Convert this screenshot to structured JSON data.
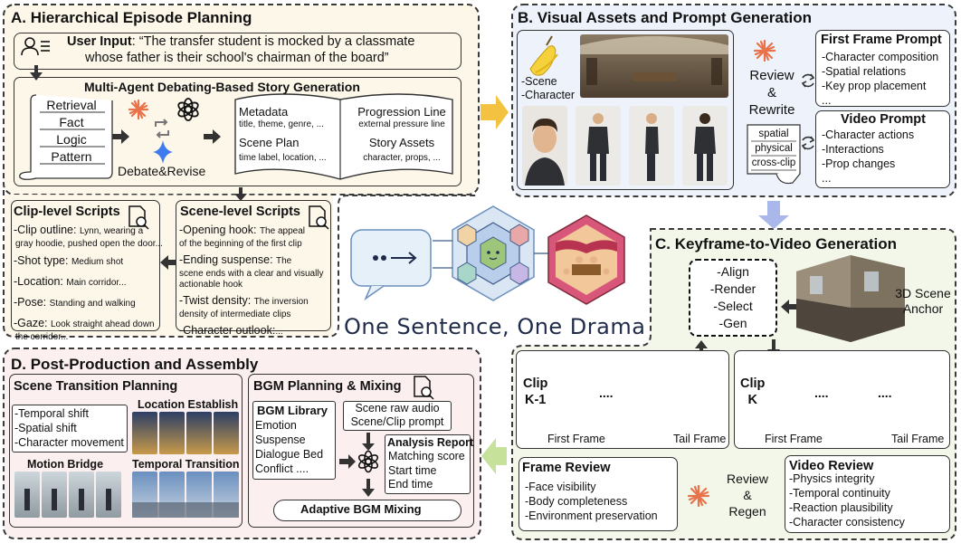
{
  "panel_a": {
    "title": "A. Hierarchical Episode Planning",
    "user_input_label": "User Input",
    "user_input_text_1": ": “The transfer student is mocked by a classmate",
    "user_input_text_2": "whose father is their school's chairman of the board”",
    "debate_title": "Multi-Agent Debating-Based Story Generation",
    "scroll_items": [
      "Retrieval",
      "Fact",
      "Logic",
      "Pattern"
    ],
    "debate_label": "Debate&Revise",
    "book": {
      "metadata_title": "Metadata",
      "metadata_sub": "title, theme, genre, ...",
      "scene_plan_title": "Scene Plan",
      "scene_plan_sub": "time label, location, ...",
      "progression_title": "Progression Line",
      "progression_sub": "external pressure line",
      "story_assets_title": "Story Assets",
      "story_assets_sub": "character, props, ..."
    },
    "clip_scripts": {
      "title": "Clip-level Scripts",
      "items": [
        {
          "key": "-Clip outline: ",
          "val": "Lynn, wearing a",
          "val2": "gray hoodie, pushed open the door..."
        },
        {
          "key": "-Shot type: ",
          "val": "Medium shot"
        },
        {
          "key": "-Location: ",
          "val": "Main corridor..."
        },
        {
          "key": "-Pose: ",
          "val": "Standing and walking"
        },
        {
          "key": "-Gaze: ",
          "val": "Look straight ahead down",
          "val2": "the corridor..."
        }
      ]
    },
    "scene_scripts": {
      "title": "Scene-level Scripts",
      "items": [
        {
          "key": "-Opening hook: ",
          "val": "The appeal",
          "val2": "of the beginning of the first clip"
        },
        {
          "key": "-Ending suspense: ",
          "val": "The",
          "val2": "scene ends with a clear and visually",
          "val3": "actionable hook"
        },
        {
          "key": "-Twist density: ",
          "val": "The inversion",
          "val2": "density of intermediate clips"
        },
        {
          "key": "-Character outlook:",
          "val": "..."
        }
      ]
    }
  },
  "panel_b": {
    "title": "B. Visual Assets and Prompt Generation",
    "scene_label": "-Scene",
    "character_label": "-Character",
    "review_label_1": "Review",
    "review_label_2": "&",
    "review_label_3": "Rewrite",
    "scroll_items": [
      "spatial",
      "physical",
      "cross-clip"
    ],
    "first_frame_prompt": {
      "title": "First Frame Prompt",
      "items": [
        "-Character composition",
        "-Spatial relations",
        "-Key prop placement",
        "..."
      ]
    },
    "video_prompt": {
      "title": "Video Prompt",
      "items": [
        "-Character actions",
        "-Interactions",
        "-Prop changes",
        "..."
      ]
    }
  },
  "center": {
    "slogan": "One Sentence, One Drama"
  },
  "panel_c": {
    "title": "C. Keyframe-to-Video Generation",
    "steps": [
      "-Align",
      "-Render",
      "-Select",
      "-Gen"
    ],
    "anchor_1": "3D Scene",
    "anchor_2": "Anchor",
    "clip_k1_1": "Clip",
    "clip_k1_2": "K-1",
    "clip_k_1": "Clip",
    "clip_k_2": "K",
    "ellipsis": "....",
    "first_frame": "First Frame",
    "tail_frame": "Tail Frame",
    "frame_review": {
      "title": "Frame Review",
      "items": [
        "-Face visibility",
        "-Body completeness",
        "-Environment preservation"
      ]
    },
    "review_regen_1": "Review",
    "review_regen_2": "&",
    "review_regen_3": "Regen",
    "video_review": {
      "title": "Video Review",
      "items": [
        "-Physics integrity",
        "-Temporal continuity",
        "-Reaction plausibility",
        "-Character consistency"
      ]
    }
  },
  "panel_d": {
    "title": "D. Post-Production and Assembly",
    "scene_transition": {
      "title": "Scene Transition Planning",
      "items": [
        "-Temporal shift",
        "-Spatial shift",
        "-Character movement"
      ],
      "location_establish": "Location Establish",
      "motion_bridge": "Motion Bridge",
      "temporal_transition": "Temporal Transition"
    },
    "bgm": {
      "title": "BGM Planning & Mixing",
      "library_title": "BGM Library",
      "library_items": [
        "Emotion",
        "Suspense",
        "Dialogue Bed",
        "Conflict"
      ],
      "library_more": "....",
      "raw_audio_1": "Scene raw audio",
      "raw_audio_2": "Scene/Clip prompt",
      "report_title": "Analysis Report",
      "report_items": [
        "Matching score",
        "Start time",
        "End time"
      ],
      "adaptive": "Adaptive BGM Mixing"
    }
  },
  "colors": {
    "panel_a_bg": "#fdf7ea",
    "panel_b_bg": "#eef2fb",
    "panel_c_bg": "#f3f7ea",
    "panel_d_bg": "#fbefef",
    "arrow_yellow": "#f2c240",
    "arrow_blue": "#a9b7ea",
    "arrow_green": "#c6e29a",
    "claude_orange": "#e8734a",
    "gemini_blue": "#3d7bef",
    "slogan_navy": "#1f2b4a"
  },
  "icons": [
    "user-list-icon",
    "document-search-icon",
    "claude-star-icon",
    "openai-logo-icon",
    "gemini-star-icon",
    "refresh-cycle-icon",
    "music-note-icon",
    "speaker-icon",
    "brain-hexagon-icon",
    "speech-bubble-icon",
    "stage-theater-icon"
  ]
}
